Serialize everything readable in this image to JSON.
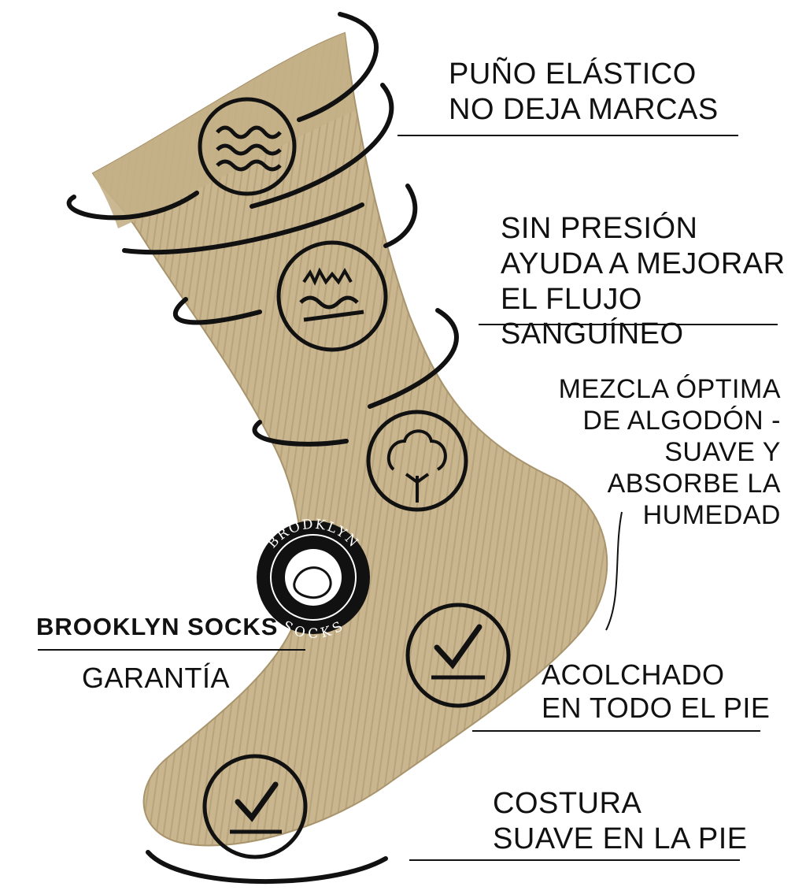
{
  "features": [
    {
      "id": "cuff",
      "text": "PUÑO ELÁSTICO\nNO DEJA MARCAS",
      "icon": "waves-icon"
    },
    {
      "id": "no-pressure",
      "text": "SIN PRESIÓN\nAYUDA A MEJORAR\nEL FLUJO SANGUÍNEO",
      "icon": "circulation-icon"
    },
    {
      "id": "cotton",
      "text": "MEZCLA ÓPTIMA\nDE ALGODÓN -\nSUAVE Y\nABSORBE LA\nHUMEDAD",
      "icon": "cotton-icon"
    },
    {
      "id": "cushion",
      "text": "ACOLCHADO\nEN TODO EL PIE",
      "icon": "check-icon"
    },
    {
      "id": "seam",
      "text": "COSTURA\nSUAVE EN LA PIE",
      "icon": "check-icon"
    }
  ],
  "brand": {
    "title": "BROOKLYN SOCKS",
    "subtitle": "GARANTÍA",
    "badge_top": "BRODKLYN",
    "badge_bottom": "SOCKS"
  },
  "colors": {
    "sock": "#c9b58e",
    "sock_shadow": "#a8946d",
    "ink": "#111111",
    "background": "#ffffff"
  }
}
